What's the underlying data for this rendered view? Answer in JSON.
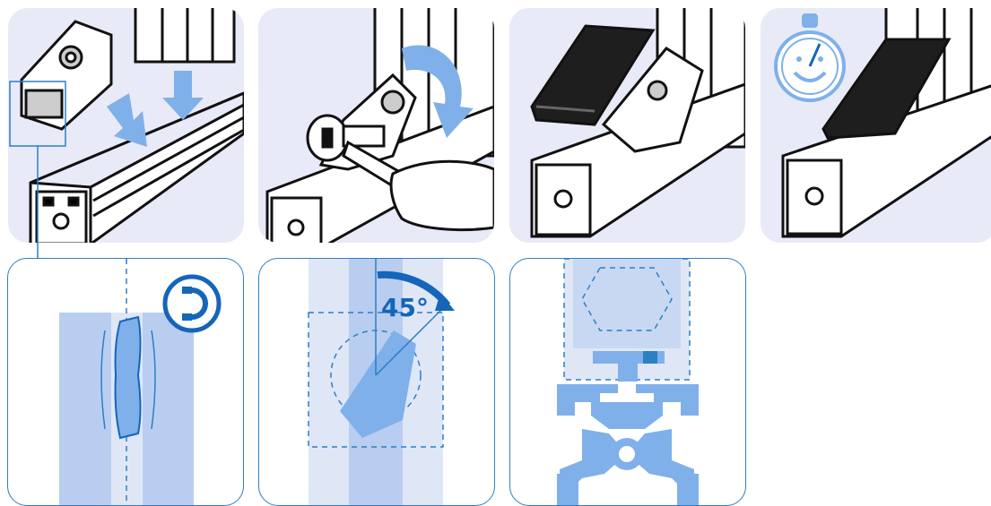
{
  "colors": {
    "panel_bg": "#e9eaf8",
    "outline": "#2b7fc4",
    "arrow_blue": "#7fb0ea",
    "light_blue": "#b9cdf0",
    "dark_blue": "#1565b9",
    "cap_black": "#1e1e1e"
  },
  "steps": [
    {
      "id": "step-1",
      "icons": [
        "connector-icon",
        "down-arrow-icon",
        "diagonal-arrow-icon",
        "profile-rail-icon"
      ]
    },
    {
      "id": "step-2",
      "icons": [
        "screwdriver-icon",
        "hand-icon",
        "rotate-arrow-icon"
      ]
    },
    {
      "id": "step-3",
      "icons": [
        "cover-cap-icon"
      ]
    },
    {
      "id": "step-4",
      "icons": [
        "stopwatch-icon",
        "smiley-icon"
      ]
    }
  ],
  "details": {
    "magnet": {
      "icon": "magnet-icon"
    },
    "rotation": {
      "angle_label": "45°"
    },
    "cross_section": {
      "icon": "slot-profile-icon"
    }
  }
}
